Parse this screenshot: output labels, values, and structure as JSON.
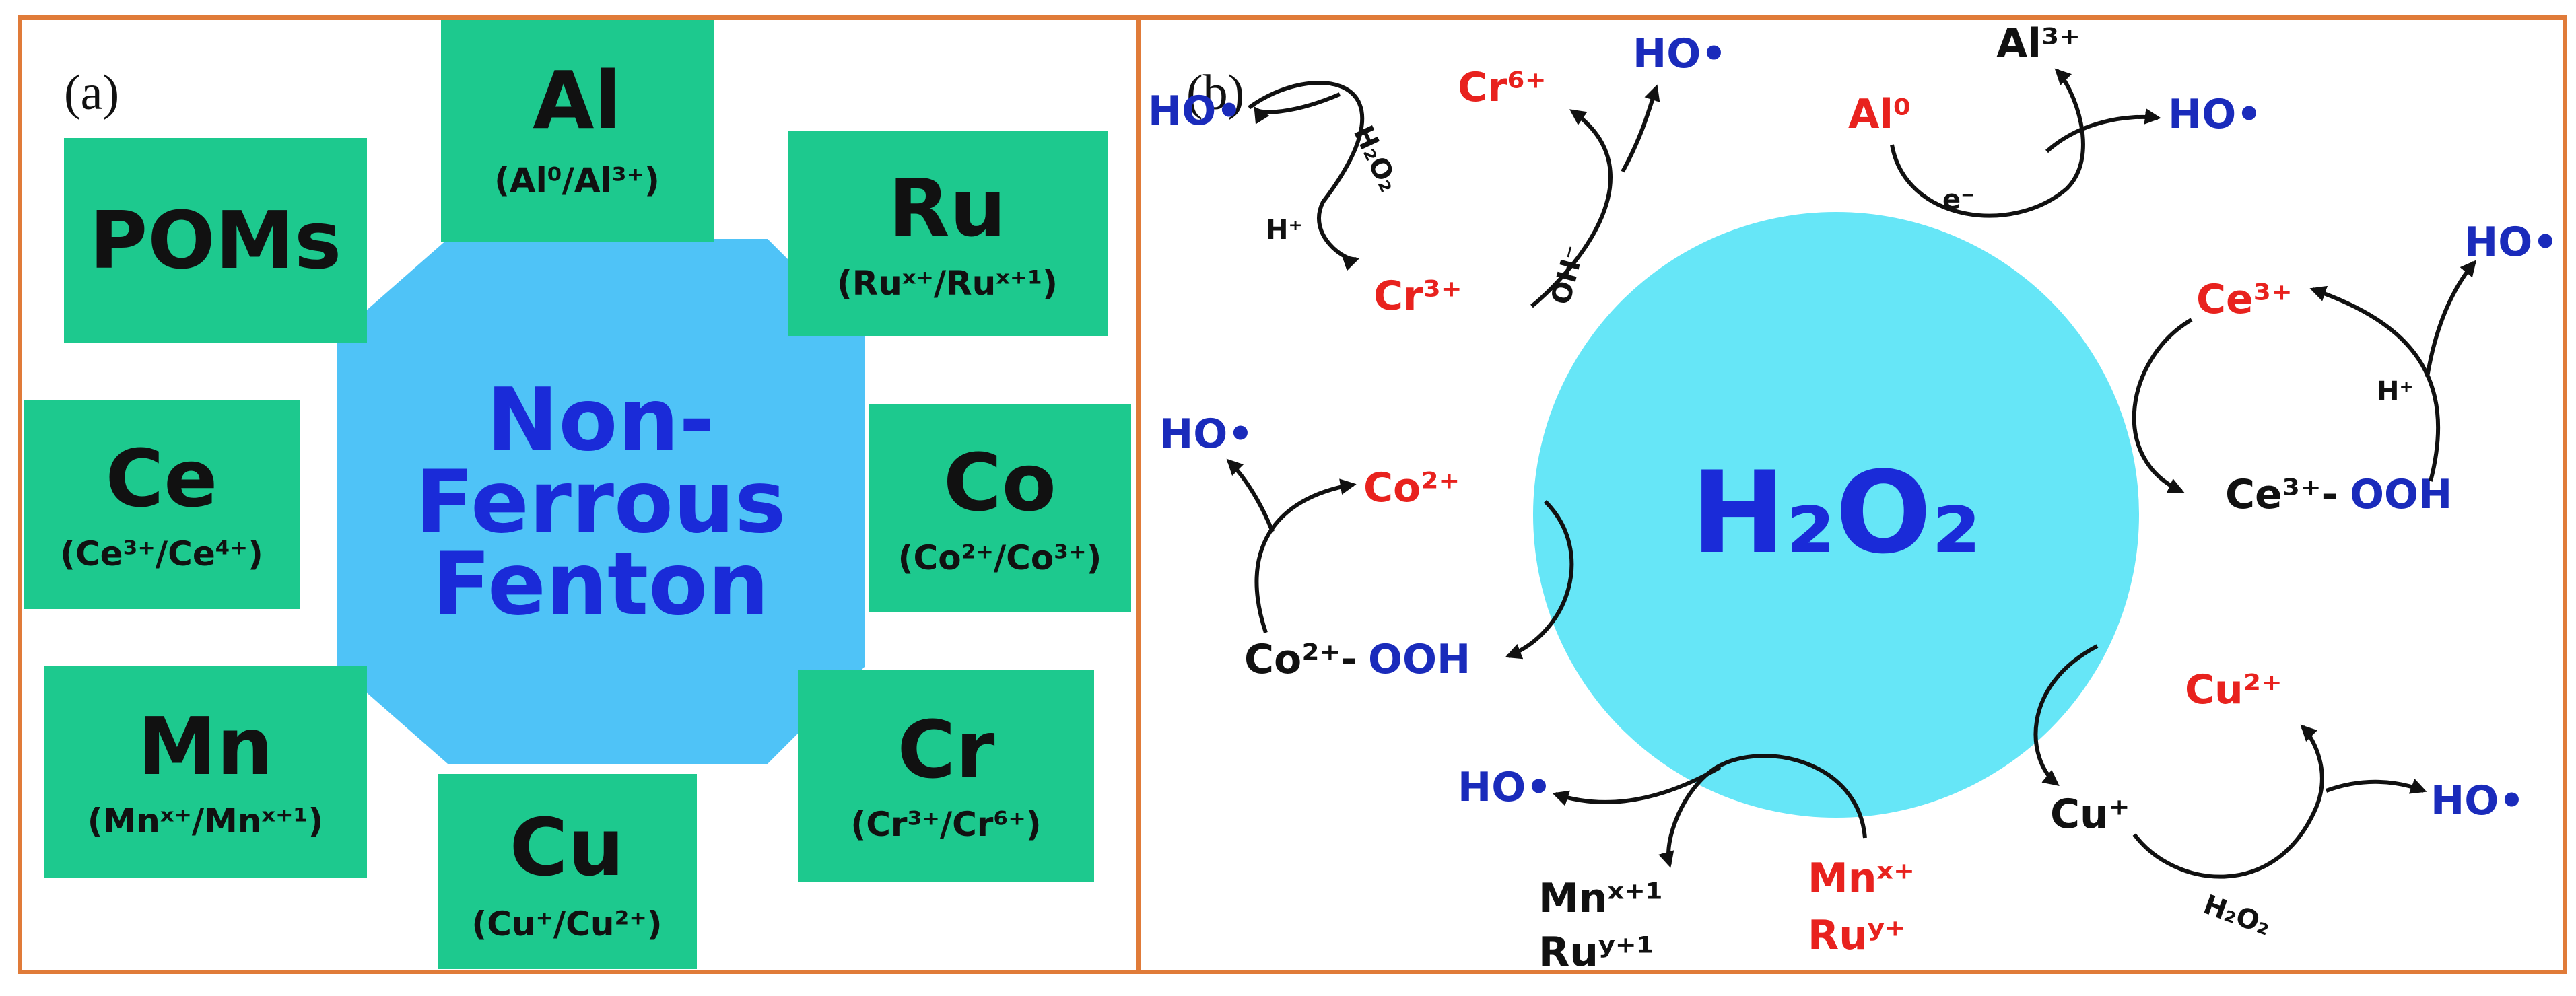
{
  "panel_a": {
    "label": "(a)",
    "center": {
      "line1": "Non-",
      "line2": "Ferrous",
      "line3": "Fenton"
    },
    "tiles": {
      "al": {
        "name": "Al",
        "couple": "(Al⁰/Al³⁺)"
      },
      "ru": {
        "name": "Ru",
        "couple": "(Ruˣ⁺/Ruˣ⁺¹)"
      },
      "poms": {
        "name": "POMs"
      },
      "ce": {
        "name": "Ce",
        "couple": "(Ce³⁺/Ce⁴⁺)"
      },
      "co": {
        "name": "Co",
        "couple": "(Co²⁺/Co³⁺)"
      },
      "mn": {
        "name": "Mn",
        "couple": "(Mnˣ⁺/Mnˣ⁺¹)"
      },
      "cr": {
        "name": "Cr",
        "couple": "(Cr³⁺/Cr⁶⁺)"
      },
      "cu": {
        "name": "Cu",
        "couple": "(Cu⁺/Cu²⁺)"
      }
    }
  },
  "panel_b": {
    "label": "(b)",
    "center": "H₂O₂",
    "chromium": {
      "cr6": "Cr⁶⁺",
      "cr3": "Cr³⁺",
      "ho_in": "HO•",
      "ho_out": "HO•",
      "h2o2": "H₂O₂",
      "h_plus": "H⁺",
      "oh_minus": "OH⁻"
    },
    "aluminium": {
      "al0": "Al⁰",
      "al3": "Al³⁺",
      "ho": "HO•",
      "electron": "e⁻"
    },
    "cerium": {
      "ce3": "Ce³⁺",
      "ce3_ooh_metal": "Ce³⁺-",
      "ce3_ooh_group": "OOH",
      "ho": "HO•",
      "h_plus": "H⁺"
    },
    "cobalt": {
      "co2": "Co²⁺",
      "co2_ooh_metal": "Co²⁺-",
      "co2_ooh_group": "OOH",
      "ho": "HO•"
    },
    "copper": {
      "cu2": "Cu²⁺",
      "cu1": "Cu⁺",
      "ho": "HO•",
      "h2o2": "H₂O₂"
    },
    "manganese": {
      "mnx": "Mnˣ⁺",
      "ruy": "Ruʸ⁺",
      "mnx1": "Mnˣ⁺¹",
      "ruy1": "Ruʸ⁺¹",
      "ho": "HO•"
    }
  },
  "colors": {
    "border": "#E07B39",
    "tile": "#1DC98E",
    "center_octagon": "#4FC3F7",
    "h2o2_circle": "#66E6F7",
    "species_red": "#E8221E",
    "radical_blue": "#1A2BBB",
    "center_text": "#1A2BD8"
  }
}
